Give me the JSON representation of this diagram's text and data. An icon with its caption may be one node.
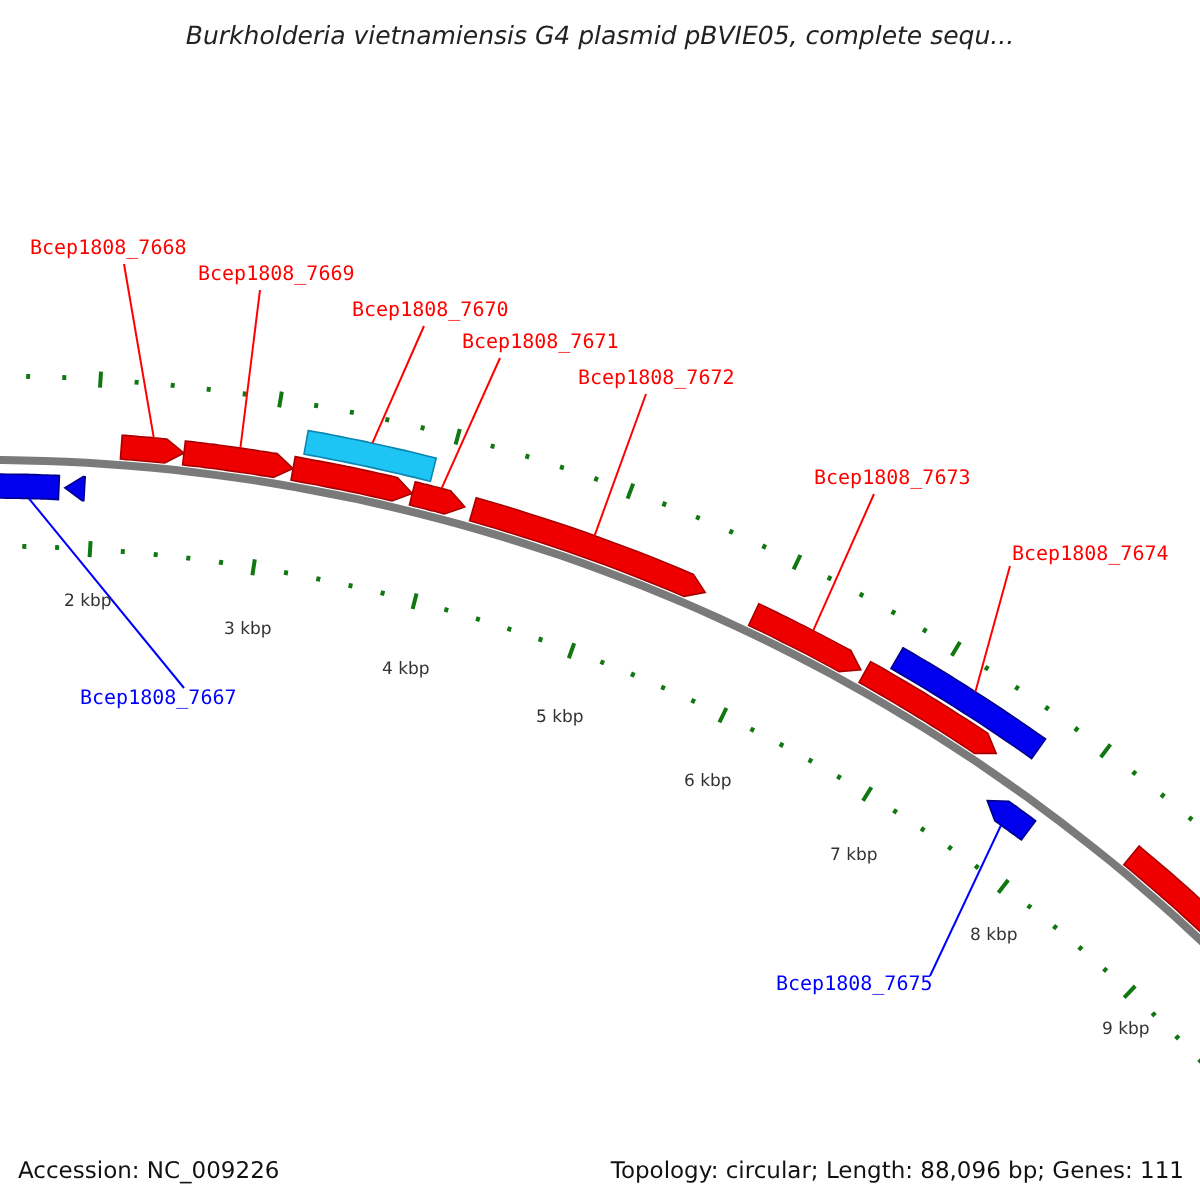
{
  "diagram": {
    "title": "Burkholderia vietnamiensis G4 plasmid pBVIE05, complete sequ...",
    "nodes": [
      {
        "text": [
          "Bcep1808_7668"
        ]
      },
      {
        "text": [
          "Bcep1808_7669"
        ]
      },
      {
        "text": [
          "Bcep1808_7670"
        ]
      },
      {
        "text": [
          "Bcep1808_7671"
        ]
      },
      {
        "text": [
          "Bcep1808_7672"
        ]
      },
      {
        "text": [
          "Bcep1808_7673"
        ]
      },
      {
        "text": [
          "Bcep1808_7674"
        ]
      },
      {
        "text": [
          "Bcep1808_7667"
        ]
      },
      {
        "text": [
          "Bcep1808_7675"
        ]
      },
      {
        "text": [],
        "shape": "pentagon"
      },
      {
        "text": [],
        "shape": "pentagon"
      },
      {
        "text": [],
        "shape": "pentagon"
      },
      {
        "text": [],
        "shape": "pentagon"
      },
      {
        "text": [],
        "shape": "pentagon"
      },
      {
        "text": [],
        "shape": "bar"
      },
      {
        "text": [],
        "shape": "pentagon"
      },
      {
        "text": [],
        "shape": "pentagon"
      },
      {
        "text": [],
        "shape": "pentagon"
      },
      {
        "text": [],
        "shape": "pentagon"
      },
      {
        "text": [],
        "shape": "bar"
      },
      {
        "text": [],
        "shape": "pentagon"
      },
      {
        "text": [],
        "shape": "pentagon"
      }
    ],
    "edges": [
      {
        "from": 0,
        "to": 11,
        "arrow": "none"
      },
      {
        "from": 1,
        "to": 12,
        "arrow": "none"
      },
      {
        "from": 2,
        "to": 14,
        "arrow": "none"
      },
      {
        "from": 3,
        "to": 15,
        "arrow": "none"
      },
      {
        "from": 4,
        "to": 16,
        "arrow": "none"
      },
      {
        "from": 5,
        "to": 17,
        "arrow": "none"
      },
      {
        "from": 6,
        "to": 19,
        "arrow": "none"
      },
      {
        "from": 7,
        "to": 9,
        "arrow": "none",
        "color": "#0000ff"
      },
      {
        "from": 8,
        "to": 20,
        "arrow": "none",
        "color": "#0000ff"
      }
    ],
    "labels": [
      "2 kbp",
      "3 kbp",
      "4 kbp",
      "5 kbp",
      "6 kbp",
      "7 kbp",
      "8 kbp",
      "9 kbp",
      "Accession: NC_009226",
      "Topology: circular; Length: 88,096 bp; Genes: 111"
    ]
  }
}
